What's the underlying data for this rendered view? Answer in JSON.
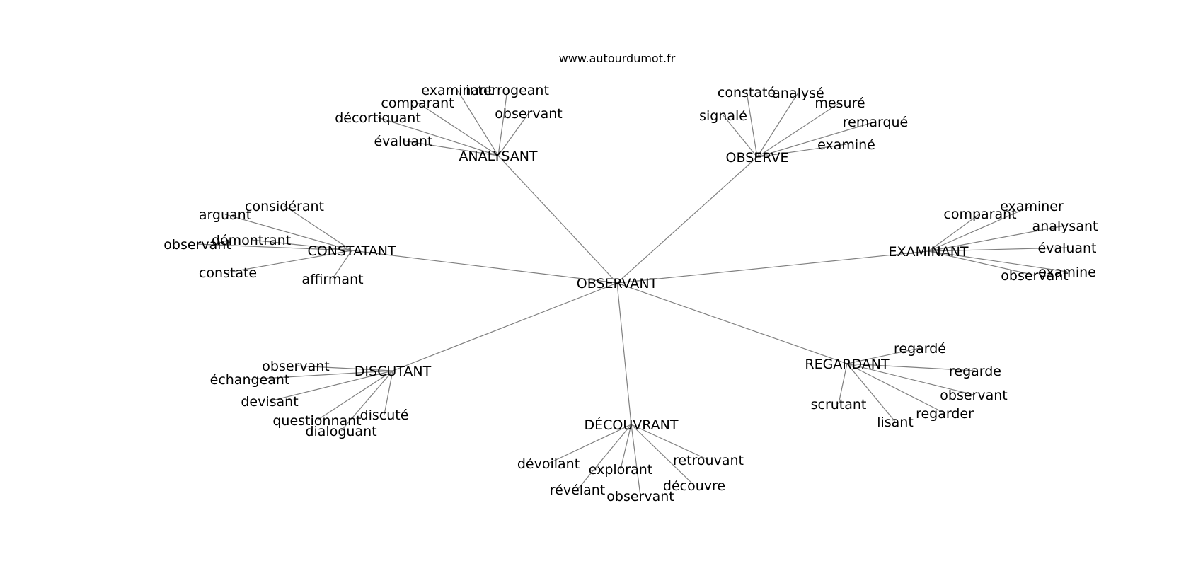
{
  "site": "www.autourdumot.fr",
  "center": "OBSERVANT",
  "groups": [
    {
      "label": "ANALYSANT",
      "children": [
        "examinant",
        "interrogeant",
        "comparant",
        "observant",
        "décortiquant",
        "évaluant"
      ]
    },
    {
      "label": "OBSERVE",
      "children": [
        "constaté",
        "analysé",
        "signalé",
        "mesuré",
        "remarqué",
        "examiné"
      ]
    },
    {
      "label": "CONSTATANT",
      "children": [
        "considérant",
        "arguant",
        "démontrant",
        "observant",
        "constate",
        "affirmant"
      ]
    },
    {
      "label": "EXAMINANT",
      "children": [
        "examiner",
        "comparant",
        "analysant",
        "évaluant",
        "observant",
        "examine"
      ]
    },
    {
      "label": "DISCUTANT",
      "children": [
        "observant",
        "échangeant",
        "devisant",
        "questionnant",
        "discuté",
        "dialoguant"
      ]
    },
    {
      "label": "DÉCOUVRANT",
      "children": [
        "dévoilant",
        "retrouvant",
        "explorant",
        "découvre",
        "révélant",
        "observant"
      ]
    },
    {
      "label": "REGARDANT",
      "children": [
        "regardé",
        "regarde",
        "observant",
        "scrutant",
        "regarder",
        "lisant"
      ]
    }
  ]
}
